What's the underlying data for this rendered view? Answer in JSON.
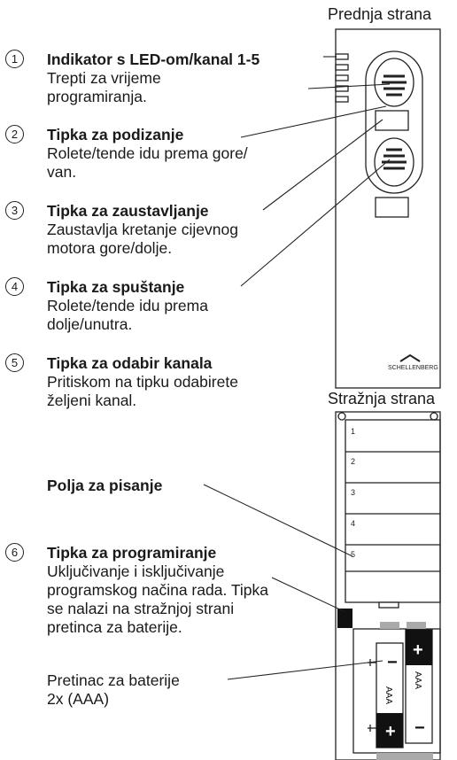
{
  "front_title": "Prednja strana",
  "back_title": "Stražnja strana",
  "items": [
    {
      "num": "1",
      "head": "Indikator s LED-om/kanal 1-5",
      "desc": "Trepti za vrijeme programiranja."
    },
    {
      "num": "2",
      "head": "Tipka za podizanje",
      "desc": "Rolete/tende idu prema gore/ van."
    },
    {
      "num": "3",
      "head": "Tipka za zaustavljanje",
      "desc": "Zaustavlja kretanje cijevnog motora gore/dolje."
    },
    {
      "num": "4",
      "head": "Tipka za spuštanje",
      "desc": "Rolete/tende idu prema dolje/unutra."
    },
    {
      "num": "5",
      "head": "Tipka za odabir kanala",
      "desc": "Pritiskom na tipku odabirete željeni kanal."
    },
    {
      "num": "6",
      "head": "Tipka za programiranje",
      "desc": "Uključivanje i isključivanje programskog načina rada. Tipka se nalazi na stražnjoj strani pretinca za baterije."
    }
  ],
  "writing_fields_label": "Polja za pisanje",
  "battery_label_line1": "Pretinac za baterije",
  "battery_label_line2": "2x (AAA)",
  "brand": "SCHELLENBERG",
  "field_numbers": [
    "1",
    "2",
    "3",
    "4",
    "5"
  ],
  "battery_text": "AAA",
  "battery_minus": "−",
  "battery_plus": "+"
}
